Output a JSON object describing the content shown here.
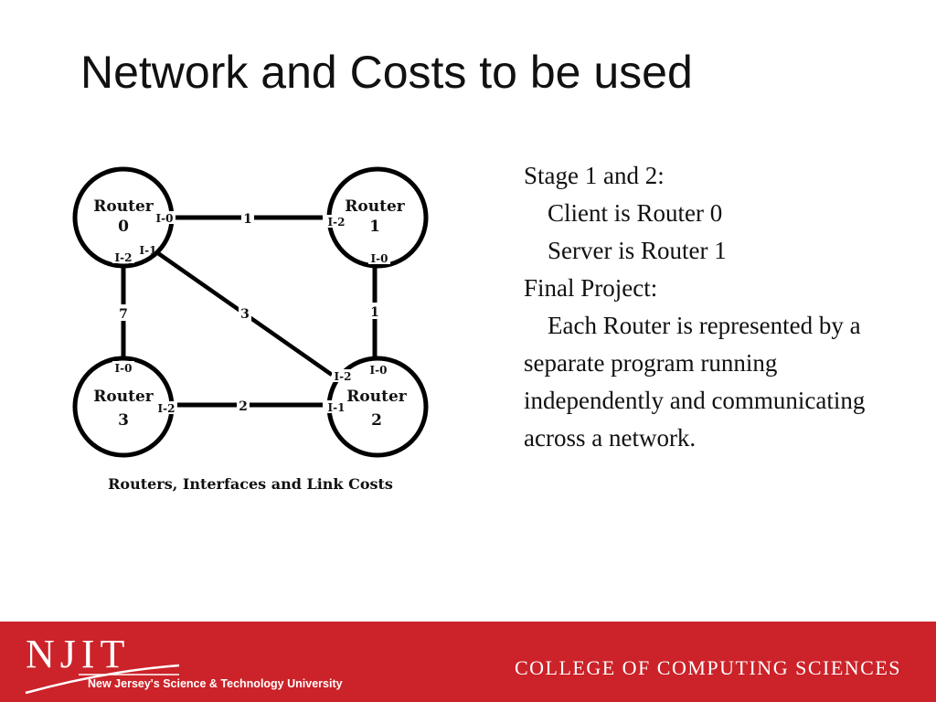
{
  "slide": {
    "title": "Network and Costs to be used"
  },
  "diagram": {
    "routers": [
      {
        "word": "Router",
        "number": "0"
      },
      {
        "word": "Router",
        "number": "1"
      },
      {
        "word": "Router",
        "number": "2"
      },
      {
        "word": "Router",
        "number": "3"
      }
    ],
    "interfaces": {
      "r0_i0": "I-0",
      "r0_i1": "I-1",
      "r0_i2": "I-2",
      "r1_i2": "I-2",
      "r1_i0": "I-0",
      "r2_i2": "I-2",
      "r2_i0": "I-0",
      "r2_i1": "I-1",
      "r3_i0": "I-0",
      "r3_i2": "I-2"
    },
    "links": {
      "r0_r1": "1",
      "r0_r2": "3",
      "r0_r3": "7",
      "r1_r2": "1",
      "r3_r2": "2"
    },
    "caption": "Routers, Interfaces and Link Costs"
  },
  "notes": {
    "stage_heading": "Stage 1 and 2:",
    "client": "Client is Router 0",
    "server": "Server is Router 1",
    "final_heading": "Final Project:",
    "final_body": "Each Router is represented by a separate program running independently and communicating across a network."
  },
  "footer": {
    "logo_text": "NJIT",
    "logo_tagline": "New Jersey's Science & Technology University",
    "college": "COLLEGE OF COMPUTING SCIENCES",
    "bar_color": "#cc2229"
  }
}
